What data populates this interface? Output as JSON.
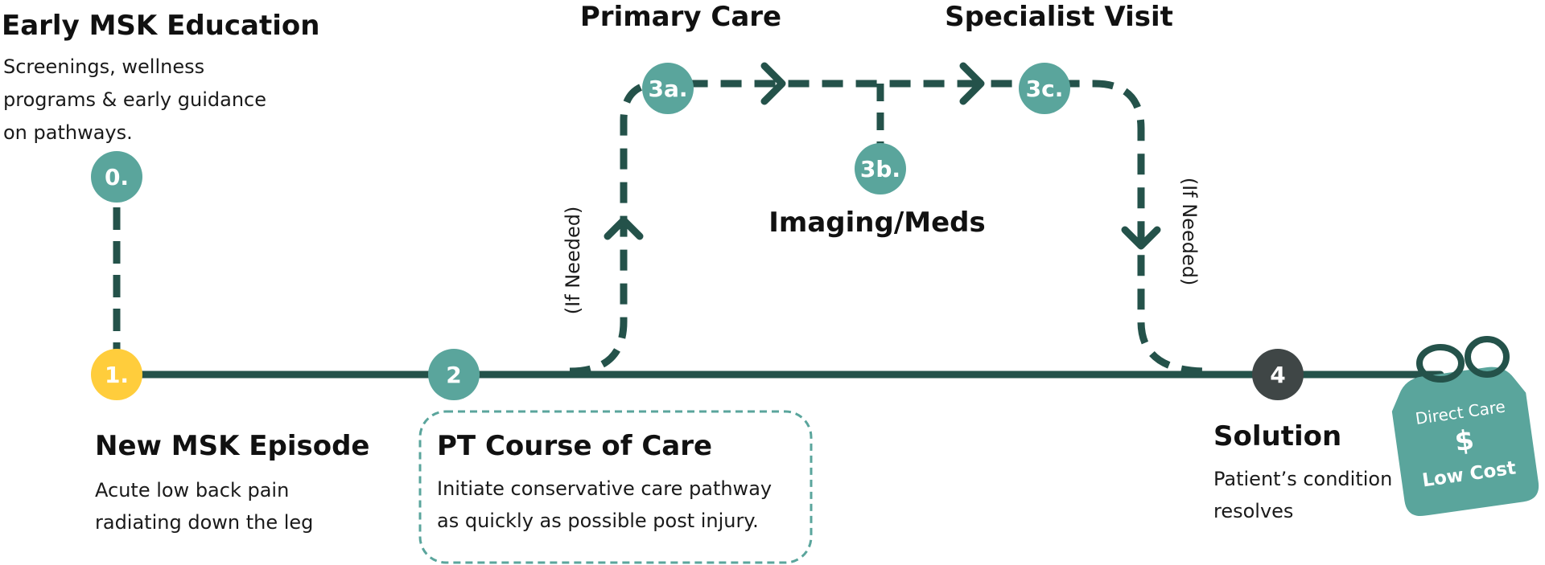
{
  "colors": {
    "line": "#24524a",
    "teal": "#5aa59c",
    "yellow": "#ffcd3c",
    "dark": "#3f4646"
  },
  "step0": {
    "title": "Early MSK Education",
    "desc": [
      "Screenings, wellness",
      "programs & early guidance",
      "on pathways."
    ],
    "node": "0."
  },
  "step1": {
    "node": "1.",
    "title": "New MSK Episode",
    "desc": [
      "Acute low back pain",
      "radiating down the leg"
    ]
  },
  "step2": {
    "node": "2",
    "title": "PT Course of Care",
    "desc": [
      "Initiate conservative care pathway",
      "as quickly as possible post injury."
    ]
  },
  "step3a": {
    "node": "3a.",
    "title": "Primary Care"
  },
  "step3b": {
    "node": "3b.",
    "title": "Imaging/Meds"
  },
  "step3c": {
    "node": "3c.",
    "title": "Specialist Visit"
  },
  "branch": {
    "left_label": "(If Needed)",
    "right_label": "(If Needed)"
  },
  "step4": {
    "node": "4",
    "title": "Solution",
    "desc": [
      "Patient’s condition",
      "resolves"
    ]
  },
  "price_tag": {
    "line1": "Direct Care",
    "symbol": "$",
    "line2": "Low Cost",
    "icon": "price-tag-icon"
  }
}
